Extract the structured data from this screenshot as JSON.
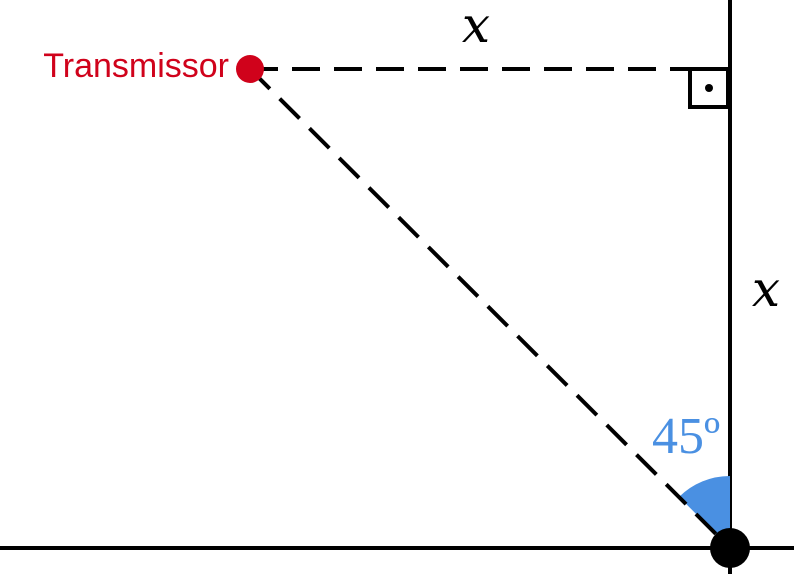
{
  "transmitter": {
    "label": "Transmissor"
  },
  "labels": {
    "top_side": "x",
    "right_side": "x",
    "angle": "45º"
  },
  "colors": {
    "transmitter": "#d0021b",
    "angle": "#4a90e2",
    "lines": "#000000"
  },
  "icons": {
    "right_angle_marker": "square-with-dot"
  }
}
